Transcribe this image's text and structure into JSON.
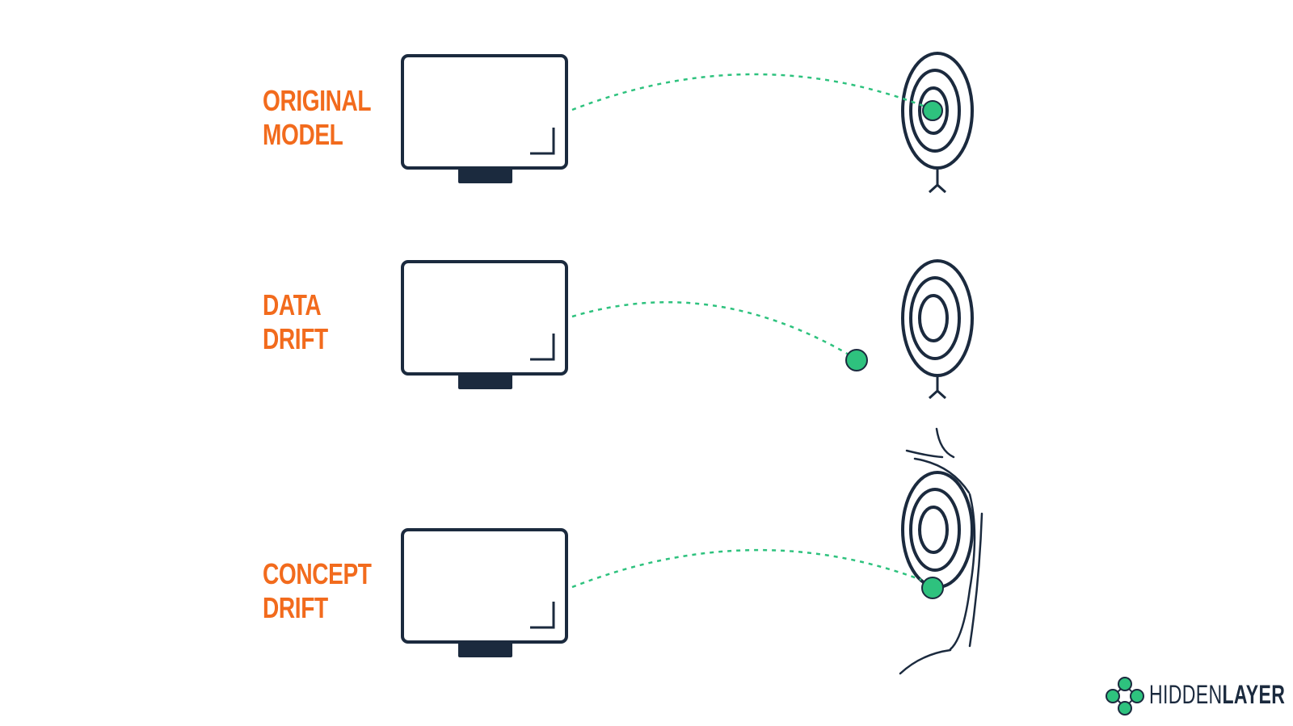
{
  "rows": [
    {
      "label_line1": "ORIGINAL",
      "label_line2": "MODEL",
      "outcome": "hit-center"
    },
    {
      "label_line1": "DATA",
      "label_line2": "DRIFT",
      "outcome": "falls-short"
    },
    {
      "label_line1": "CONCEPT",
      "label_line2": "DRIFT",
      "outcome": "target-moved"
    }
  ],
  "brand": {
    "name_light": "HIDDEN",
    "name_bold": "LAYER"
  },
  "colors": {
    "label": "#f26b1d",
    "outline": "#1b2a3e",
    "accent": "#2ec27e",
    "background": "#ffffff"
  },
  "icons": [
    "monitor-icon",
    "target-icon",
    "dashed-trajectory",
    "ball-icon",
    "hiddenlayer-logo-icon"
  ]
}
